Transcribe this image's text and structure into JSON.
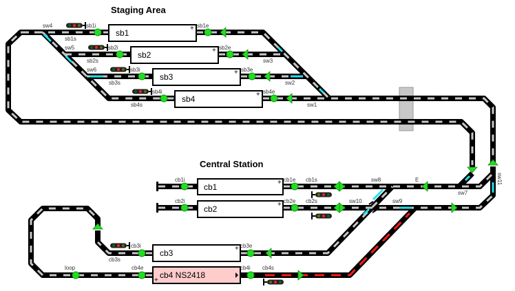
{
  "titles": {
    "staging": "Staging Area",
    "central": "Central Station"
  },
  "blocks": {
    "sb1": "sb1",
    "sb2": "sb2",
    "sb3": "sb3",
    "sb4": "sb4",
    "cb1": "cb1",
    "cb2": "cb2",
    "cb3": "cb3",
    "cb4": "cb4 NS2418"
  },
  "labels": {
    "sw1": "sw1",
    "sw2": "sw2",
    "sw3": "sw3",
    "sw4": "sw4",
    "sw5": "sw5",
    "sw6": "sw6",
    "sw7": "sw7",
    "sw8": "sw8",
    "sw9": "sw9",
    "sw10": "sw10",
    "sw11": "sw11",
    "sb1i": "sb1i",
    "sb1s": "sb1s",
    "sb1e": "sb1e",
    "sb2i": "sb2i",
    "sb2s": "sb2s",
    "sb2e": "sb2e",
    "sb3i": "sb3i",
    "sb3s": "sb3s",
    "sb3e": "sb3e",
    "sb4i": "sb4i",
    "sb4s": "sb4s",
    "sb4e": "sb4e",
    "cb1i": "cb1i",
    "cb1e": "cb1e",
    "cb1s": "cb1s",
    "cb2i": "cb2i",
    "cb2e": "cb2e",
    "cb2s": "cb2s",
    "cb3i": "cb3i",
    "cb3s": "cb3s",
    "cb3e": "cb3e",
    "cb4i": "cb4i",
    "cb4s": "cb4s",
    "cb4e": "cb4e",
    "loop": "loop",
    "E": "E"
  },
  "colors": {
    "track": "#000000",
    "occupied": "#ff1a1a",
    "switch_route": "#22e0f0",
    "sensor_on": "#22dd22",
    "occupied_block": "#ffcccc"
  }
}
